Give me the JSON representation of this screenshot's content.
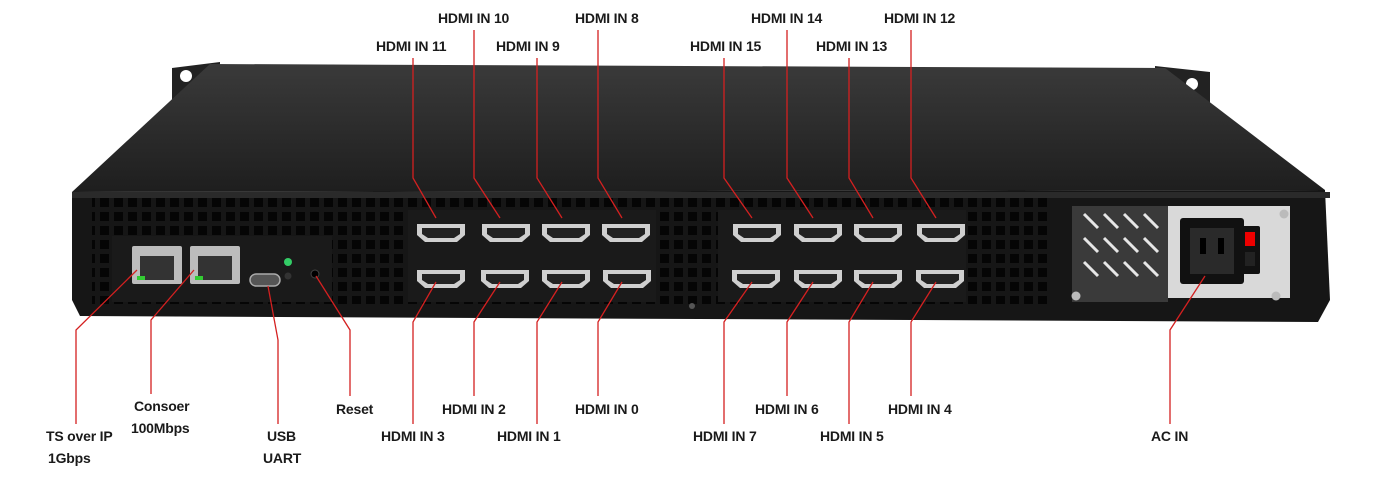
{
  "labels": {
    "hdmi_in_11": "HDMI IN 11",
    "hdmi_in_10": "HDMI IN 10",
    "hdmi_in_9": "HDMI IN 9",
    "hdmi_in_8": "HDMI IN 8",
    "hdmi_in_15": "HDMI IN 15",
    "hdmi_in_14": "HDMI IN 14",
    "hdmi_in_13": "HDMI IN 13",
    "hdmi_in_12": "HDMI IN 12",
    "hdmi_in_3": "HDMI IN 3",
    "hdmi_in_2": "HDMI IN 2",
    "hdmi_in_1": "HDMI IN 1",
    "hdmi_in_0": "HDMI IN 0",
    "hdmi_in_7": "HDMI IN 7",
    "hdmi_in_6": "HDMI IN 6",
    "hdmi_in_5": "HDMI IN 5",
    "hdmi_in_4": "HDMI IN 4",
    "ts_over_ip_line1": "TS over IP",
    "ts_over_ip_line2": "1Gbps",
    "console_line1": "Consoer",
    "console_line2": "100Mbps",
    "usb_line1": "USB",
    "usb_line2": "UART",
    "reset": "Reset",
    "ac_in": "AC IN"
  },
  "colors": {
    "callout_line": "#d42020",
    "chassis": "#1b1b1b",
    "chassis_top": "#2b2b2b",
    "label_text": "#1a1a1a"
  }
}
